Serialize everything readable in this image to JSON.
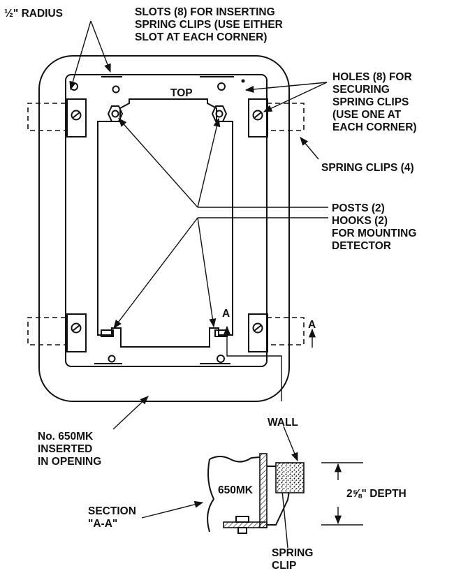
{
  "labels": {
    "radius": "½\" RADIUS",
    "slots": [
      "SLOTS (8) FOR INSERTING",
      "SPRING CLIPS (USE EITHER",
      "SLOT AT EACH CORNER)"
    ],
    "top": "TOP",
    "holes": [
      "HOLES (8) FOR",
      "SECURING",
      "SPRING CLIPS",
      "(USE ONE AT",
      "EACH CORNER)"
    ],
    "spring_clips": "SPRING CLIPS (4)",
    "posts": "POSTS (2)",
    "hooks": [
      "HOOKS (2)",
      "FOR MOUNTING",
      "DETECTOR"
    ],
    "section_marker": "A",
    "inserted": [
      "No. 650MK",
      "INSERTED",
      "IN OPENING"
    ],
    "wall": "WALL",
    "model": "650MK",
    "depth": "2⅝\" DEPTH",
    "section": [
      "SECTION",
      "\"A-A\""
    ],
    "spring_clip": [
      "SPRING",
      "CLIP"
    ]
  }
}
